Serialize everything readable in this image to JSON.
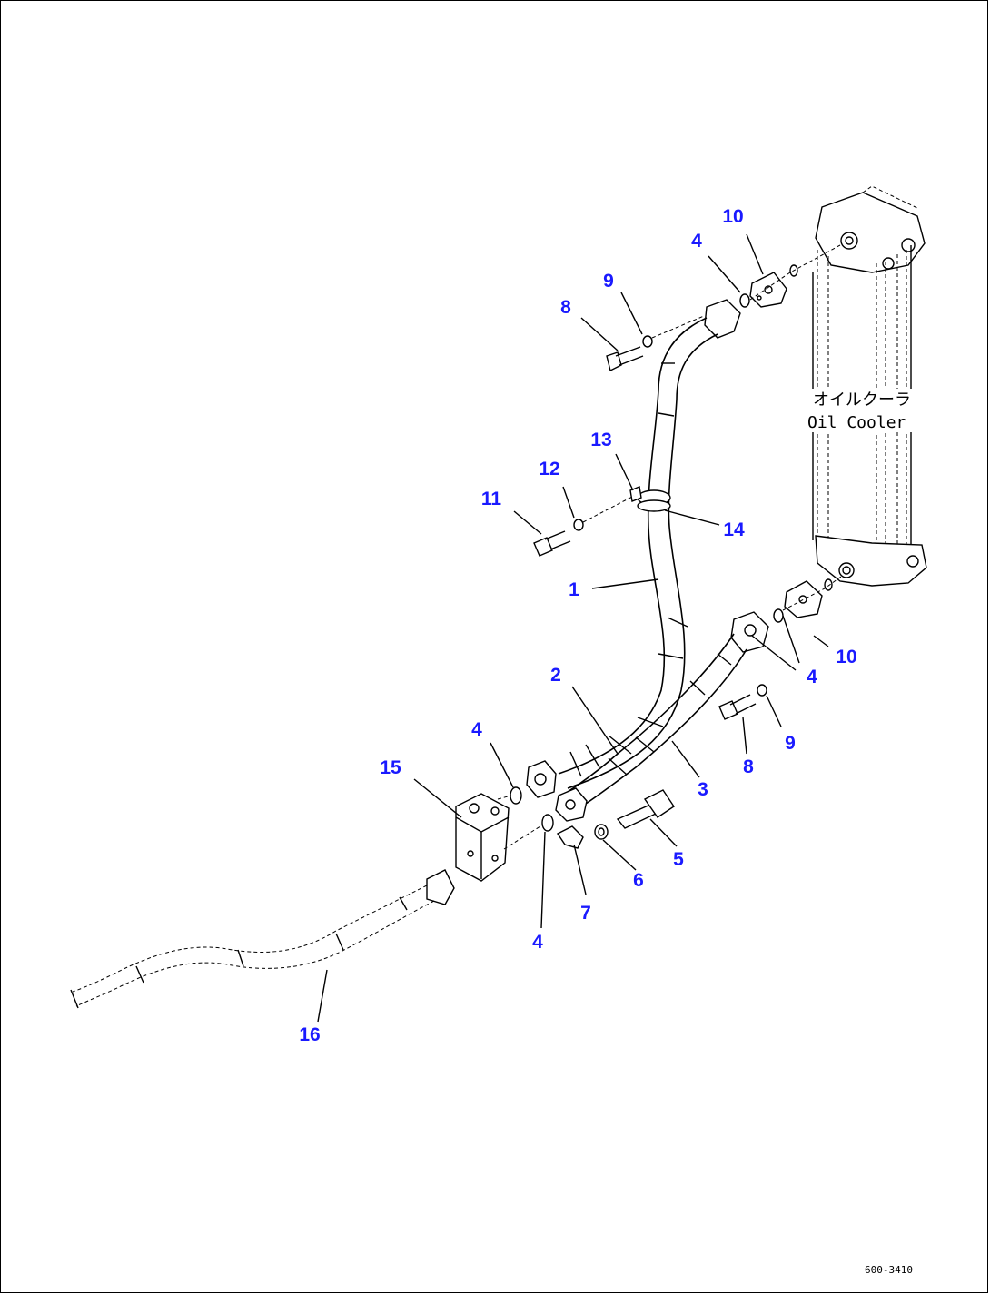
{
  "component_caption": {
    "japanese": "オイルクーラ",
    "english": "Oil Cooler"
  },
  "drawing_number": "600-3410",
  "callouts": [
    {
      "id": "c-10-top",
      "text": "10"
    },
    {
      "id": "c-4-top",
      "text": "4"
    },
    {
      "id": "c-9-top",
      "text": "9"
    },
    {
      "id": "c-8-top",
      "text": "8"
    },
    {
      "id": "c-13",
      "text": "13"
    },
    {
      "id": "c-12",
      "text": "12"
    },
    {
      "id": "c-11",
      "text": "11"
    },
    {
      "id": "c-14",
      "text": "14"
    },
    {
      "id": "c-1",
      "text": "1"
    },
    {
      "id": "c-10-bottom",
      "text": "10"
    },
    {
      "id": "c-4-right",
      "text": "4"
    },
    {
      "id": "c-2",
      "text": "2"
    },
    {
      "id": "c-9-bottom",
      "text": "9"
    },
    {
      "id": "c-8-bottom",
      "text": "8"
    },
    {
      "id": "c-3",
      "text": "3"
    },
    {
      "id": "c-4-left",
      "text": "4"
    },
    {
      "id": "c-15",
      "text": "15"
    },
    {
      "id": "c-5",
      "text": "5"
    },
    {
      "id": "c-6",
      "text": "6"
    },
    {
      "id": "c-7",
      "text": "7"
    },
    {
      "id": "c-4-bottom",
      "text": "4"
    },
    {
      "id": "c-16",
      "text": "16"
    }
  ]
}
